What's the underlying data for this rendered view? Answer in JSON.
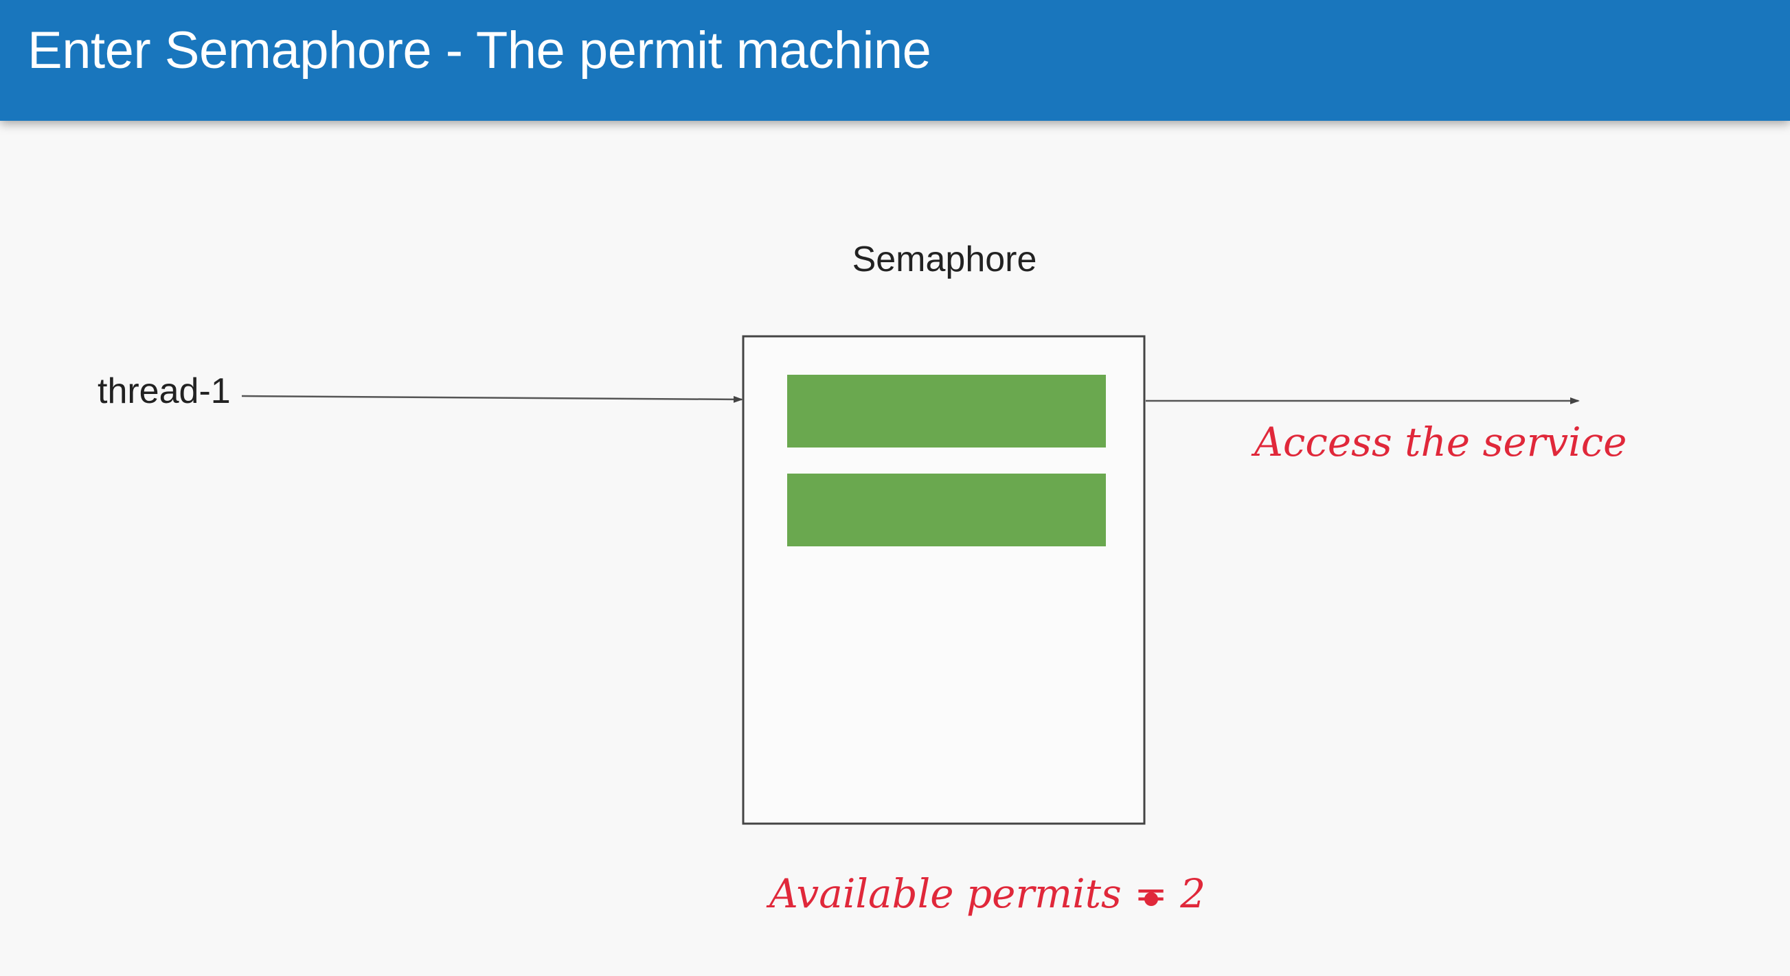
{
  "header": {
    "title": "Enter Semaphore - The permit machine",
    "background_color": "#1976bd"
  },
  "diagram": {
    "semaphore_label": "Semaphore",
    "thread_label": "thread-1",
    "service_label": "Access the service",
    "permits_label": "Available permits = 2",
    "permits": [
      {
        "color": "#6aa84f"
      },
      {
        "color": "#6aa84f"
      }
    ],
    "accent_color": "#e0283a"
  }
}
